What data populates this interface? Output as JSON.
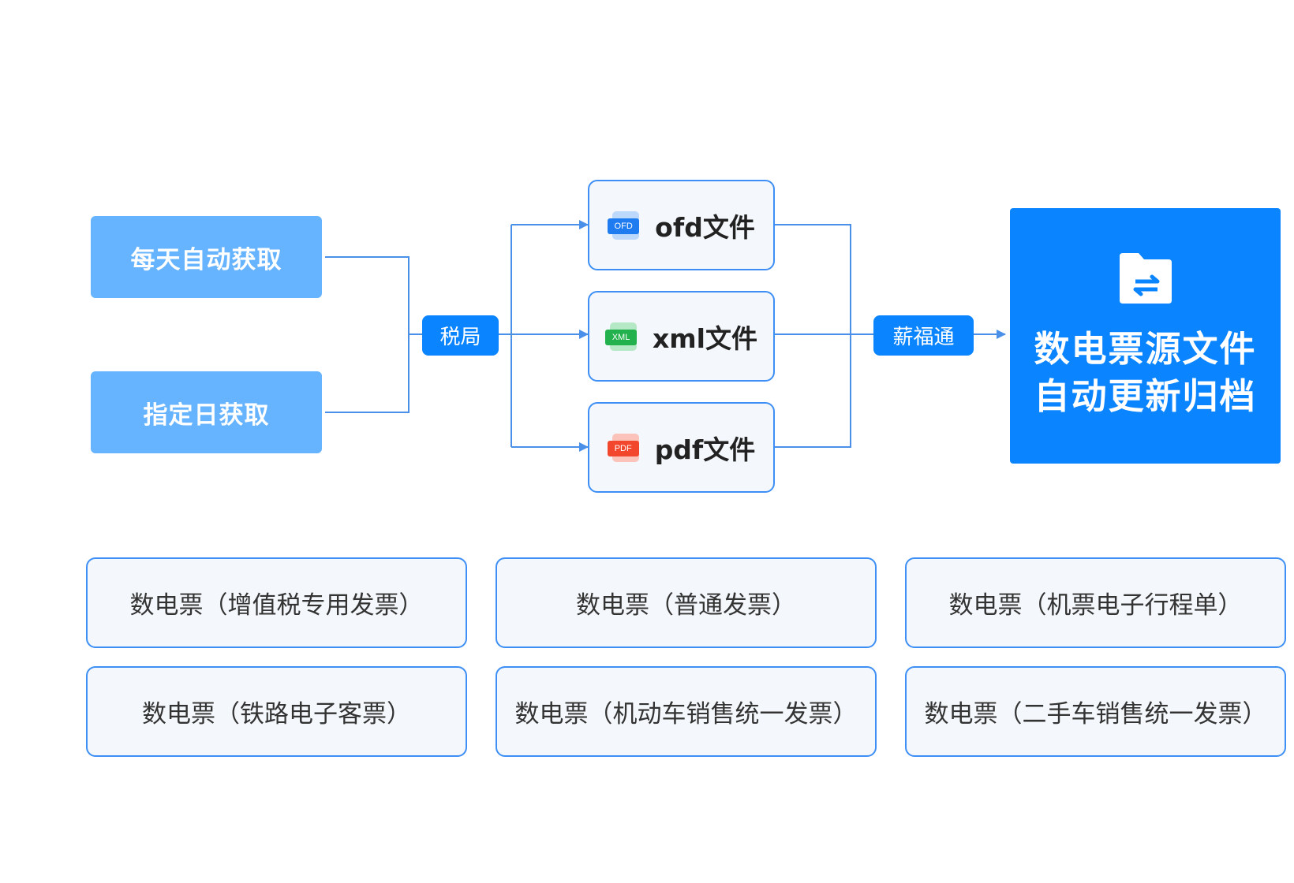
{
  "triggers": [
    {
      "label": "每天自动获取"
    },
    {
      "label": "指定日获取"
    }
  ],
  "source": {
    "label": "税局"
  },
  "files": [
    {
      "icon": "ofd-file-icon",
      "tag": "OFD",
      "color": "#1f7cf0",
      "label": "ofd文件"
    },
    {
      "icon": "xml-file-icon",
      "tag": "XML",
      "color": "#22b14c",
      "label": "xml文件"
    },
    {
      "icon": "pdf-file-icon",
      "tag": "PDF",
      "color": "#f2462d",
      "label": "pdf文件"
    }
  ],
  "connector": {
    "label": "薪福通"
  },
  "target": {
    "icon": "folder-import-icon",
    "line1": "数电票源文件",
    "line2": "自动更新归档"
  },
  "invoice_types": [
    "数电票（增值税专用发票）",
    "数电票（普通发票）",
    "数电票（机票电子行程单）",
    "数电票（铁路电子客票）",
    "数电票（机动车销售统一发票）",
    "数电票（二手车销售统一发票）"
  ],
  "colors": {
    "accent": "#0a84ff",
    "trigger": "#66b3ff",
    "line": "#4a90e8",
    "box_border": "#3d8ff5",
    "box_fill": "#f4f8fc"
  }
}
